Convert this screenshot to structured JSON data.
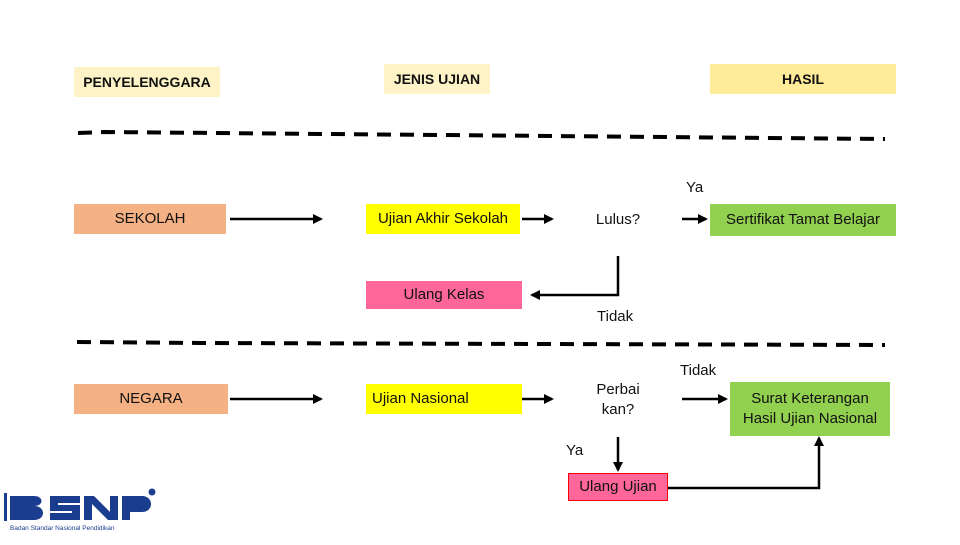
{
  "headers": {
    "penyelenggara": "PENYELENGGARA",
    "jenis_ujian": "JENIS UJIAN",
    "hasil": "HASIL"
  },
  "nodes": {
    "sekolah": "SEKOLAH",
    "negara": "NEGARA",
    "ujian_akhir_sekolah": "Ujian Akhir Sekolah",
    "ujian_nasional": "Ujian Nasional",
    "lulus": "Lulus?",
    "perbaikan_line1": "Perbai",
    "perbaikan_line2": "kan?",
    "sertifikat": "Sertifikat Tamat Belajar",
    "ulang_kelas": "Ulang Kelas",
    "ulang_ujian": "Ulang Ujian",
    "surat_line1": "Surat Keterangan",
    "surat_line2": "Hasil Ujian Nasional"
  },
  "edge_labels": {
    "ya_top": "Ya",
    "tidak_mid": "Tidak",
    "tidak_bottom": "Tidak",
    "ya_bottom": "Ya"
  },
  "logo": {
    "name": "BSNP",
    "subtitle": "Badan Standar Nasional Pendidikan"
  },
  "colors": {
    "header_yellow": "#fdf3c6",
    "hasil_yellow": "#ffec9a",
    "peach": "#f4b183",
    "yellow": "#ffff00",
    "green": "#92d050",
    "pink": "#ff6699",
    "red_box": "#ff0000",
    "diamond": "#ffffff",
    "logo_blue": "#1a3d8f"
  }
}
